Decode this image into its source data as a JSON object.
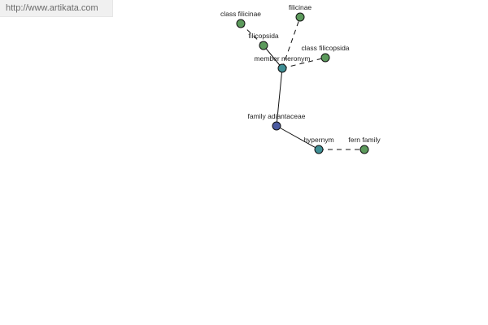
{
  "watermark": {
    "text": "http://www.artikata.com"
  },
  "graph": {
    "nodes": {
      "class_filicinae": {
        "label": "class filicinae",
        "color": "#5c9a5c"
      },
      "filicinae": {
        "label": "filicinae",
        "color": "#5c9a5c"
      },
      "filicopsida": {
        "label": "filicopsida",
        "color": "#5c9a5c"
      },
      "class_filicopsida": {
        "label": "class filicopsida",
        "color": "#5c9a5c"
      },
      "member_meronym": {
        "label": "member meronym",
        "color": "#3f8f95"
      },
      "family_adiantaceae": {
        "label": "family adiantaceae",
        "color": "#4a5aa0"
      },
      "hypernym": {
        "label": "hypernym",
        "color": "#3f8f95"
      },
      "fern_family": {
        "label": "fern family",
        "color": "#5c9a5c"
      }
    },
    "edges": [
      {
        "from": "family_adiantaceae",
        "to": "member_meronym",
        "style": "solid"
      },
      {
        "from": "family_adiantaceae",
        "to": "hypernym",
        "style": "solid"
      },
      {
        "from": "member_meronym",
        "to": "filicopsida",
        "style": "solid"
      },
      {
        "from": "filicopsida",
        "to": "class_filicinae",
        "style": "dashed"
      },
      {
        "from": "member_meronym",
        "to": "filicinae",
        "style": "dashed"
      },
      {
        "from": "member_meronym",
        "to": "class_filicopsida",
        "style": "dashed"
      },
      {
        "from": "hypernym",
        "to": "fern_family",
        "style": "dashed"
      }
    ]
  }
}
